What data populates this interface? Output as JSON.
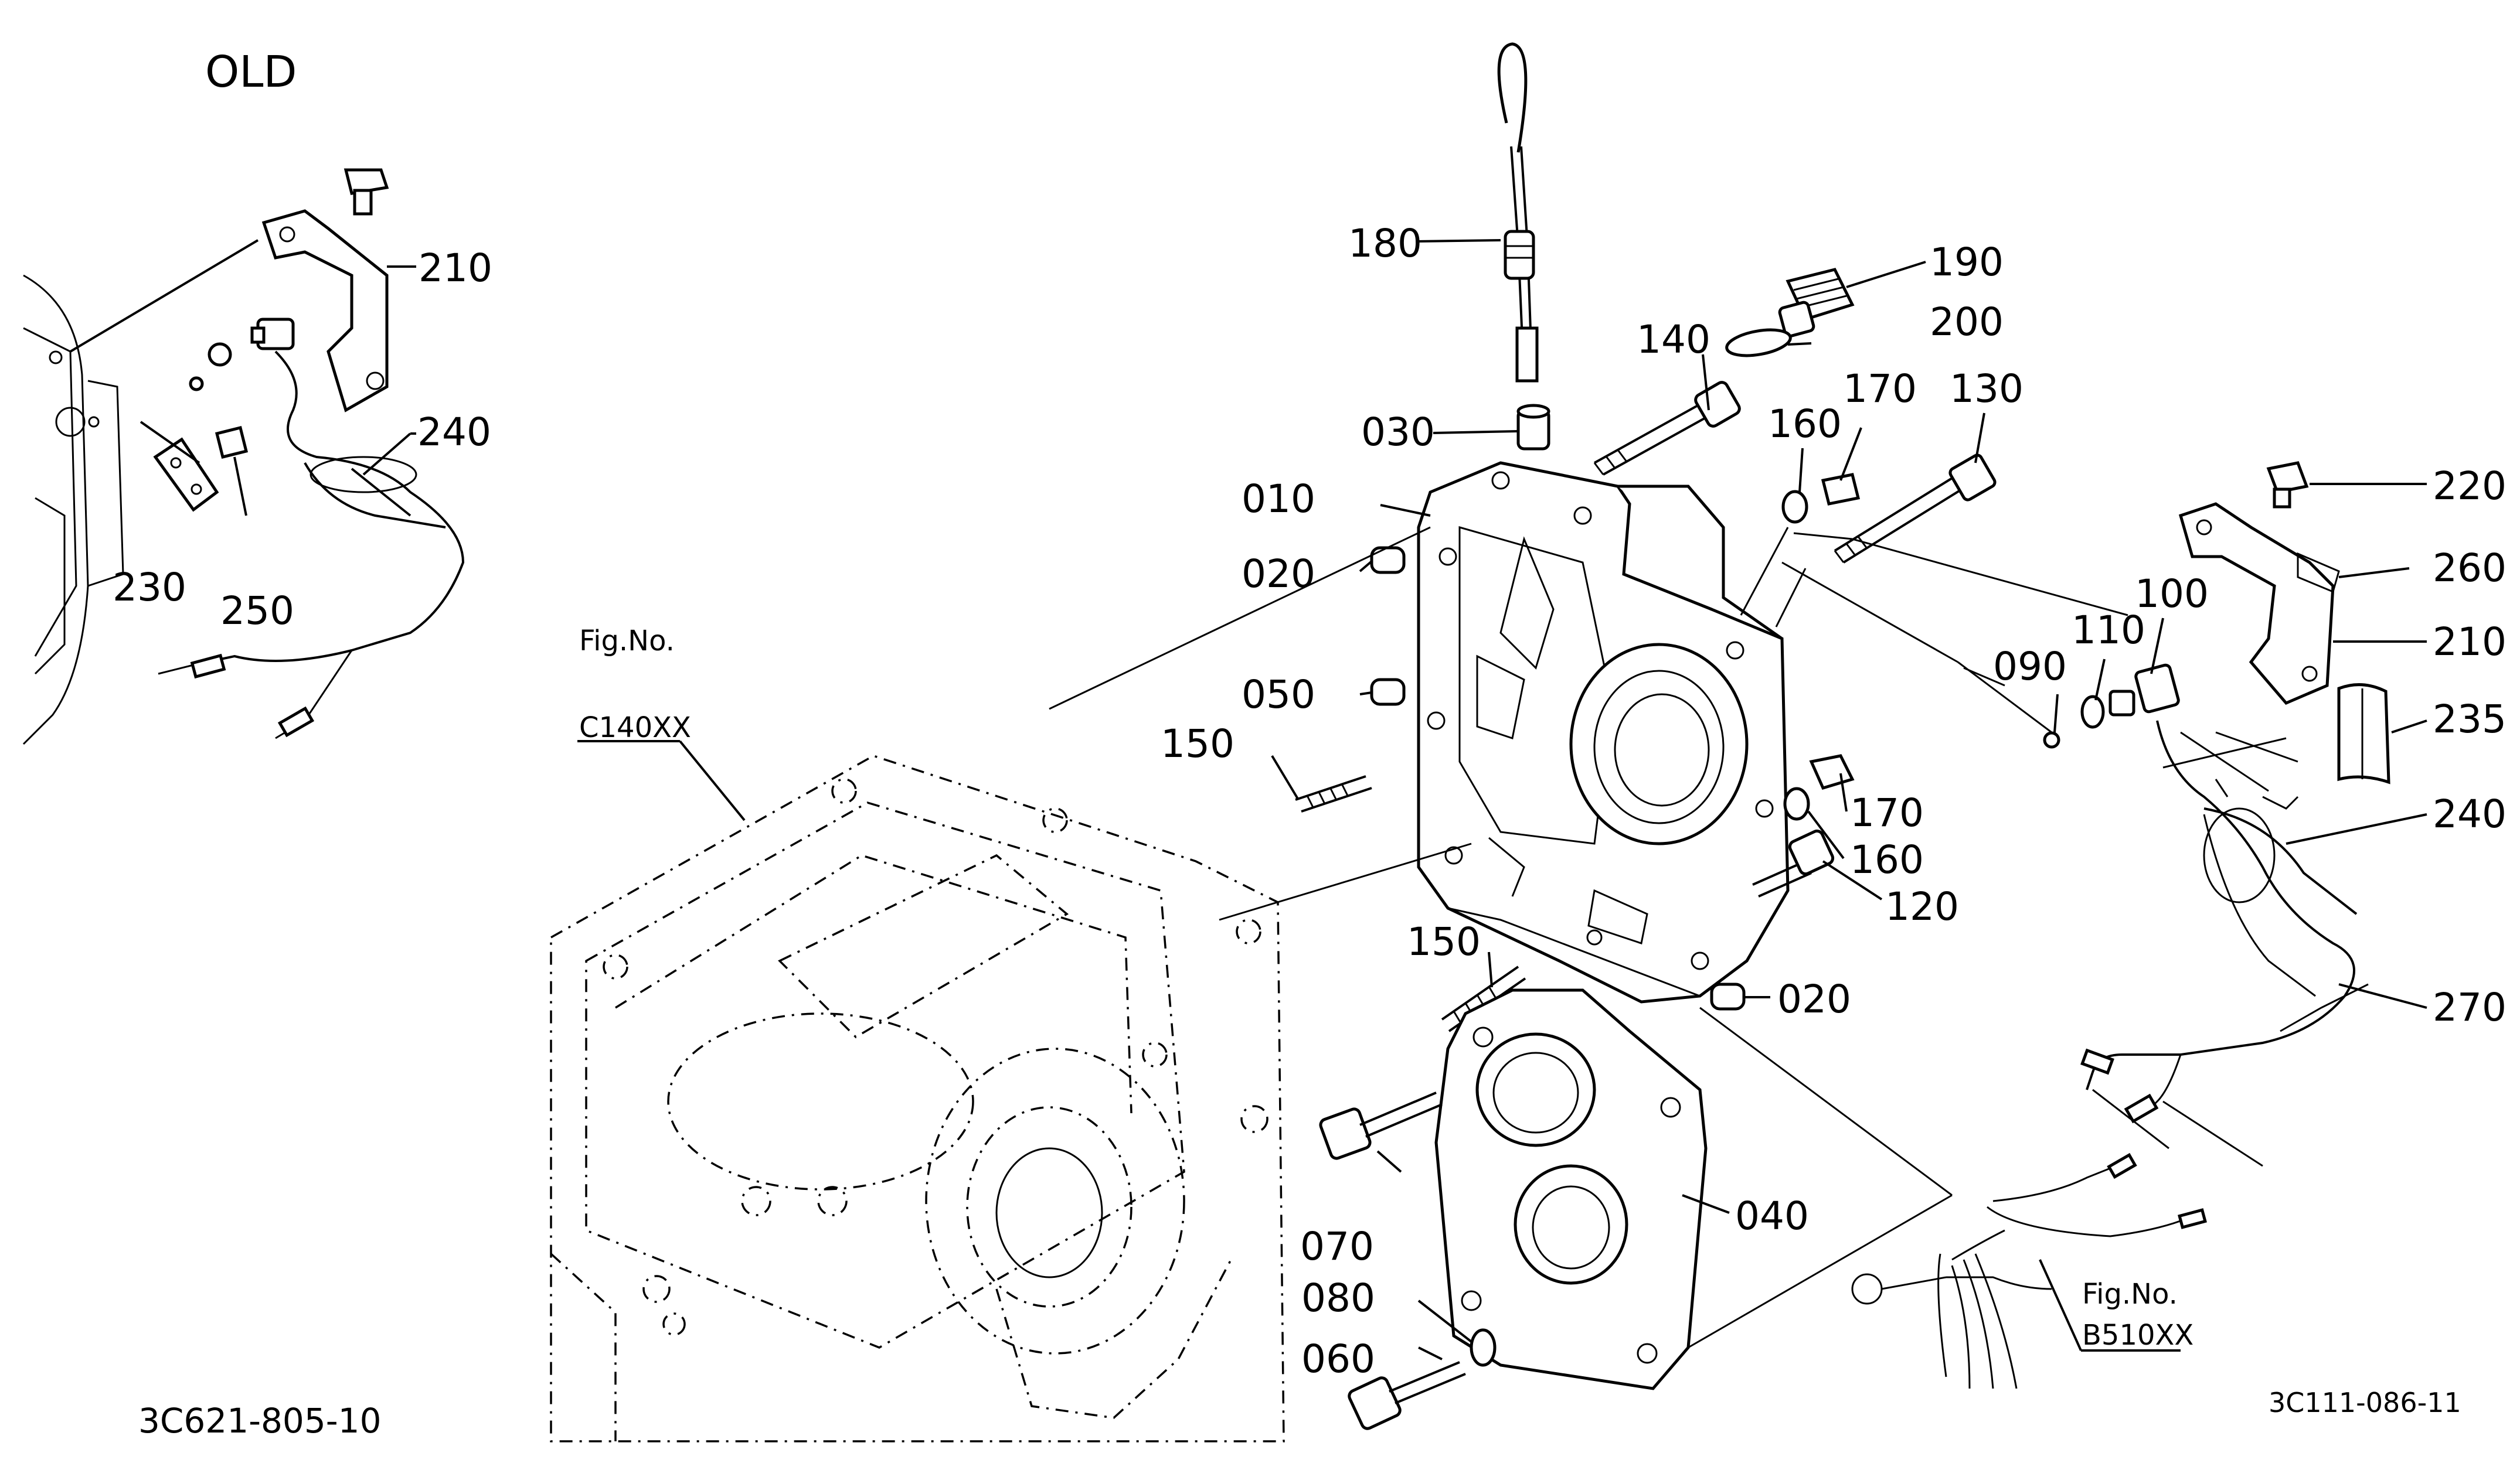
{
  "diagram": {
    "header_label": "OLD",
    "old_diagram_code": "3C621-805-10",
    "main_diagram_code": "3C111-086-11",
    "figure_refs": [
      {
        "prefix": "Fig.No.",
        "number": "C140XX"
      },
      {
        "prefix": "Fig.No.",
        "number": "B510XX"
      }
    ],
    "callouts": {
      "old_210": "210",
      "old_240": "240",
      "old_230": "230",
      "old_250": "250",
      "p180": "180",
      "p190": "190",
      "p200": "200",
      "p140": "140",
      "p160a": "160",
      "p170a": "170",
      "p130": "130",
      "p030": "030",
      "p010": "010",
      "p020a": "020",
      "p050": "050",
      "p150a": "150",
      "p170b": "170",
      "p160b": "160",
      "p120": "120",
      "p150b": "150",
      "p020b": "020",
      "p040": "040",
      "p070": "070",
      "p080": "080",
      "p060": "060",
      "p220": "220",
      "p260": "260",
      "p100": "100",
      "p110": "110",
      "p090": "090",
      "p210": "210",
      "p235": "235",
      "p240": "240",
      "p270": "270"
    }
  }
}
